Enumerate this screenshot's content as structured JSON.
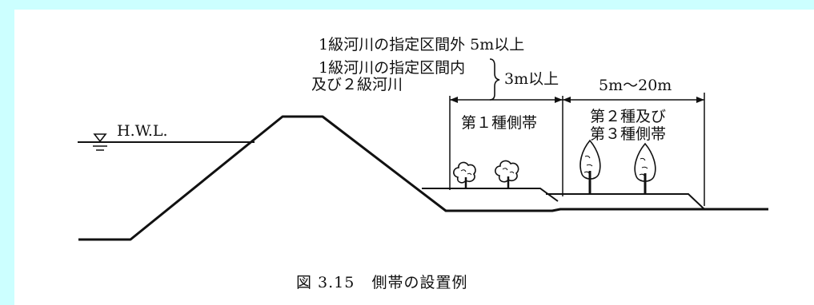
{
  "diagram": {
    "hwl_label": "H.W.L.",
    "note_class1_outside": "1級河川の指定区間外 5m以上",
    "note_class1_inside": "1級河川の指定区間内",
    "note_class2": "及び２級河川",
    "note_3m": "3m以上",
    "width_range": "5m～20m",
    "zone1_label": "第１種側帯",
    "zone23_label_line1": "第２種及び",
    "zone23_label_line2": "第３種側帯"
  },
  "caption": {
    "number": "図 3.15",
    "title": "側帯の設置例"
  },
  "colors": {
    "background": "#ccffff",
    "figure": "#ffffff",
    "ink": "#111111"
  }
}
